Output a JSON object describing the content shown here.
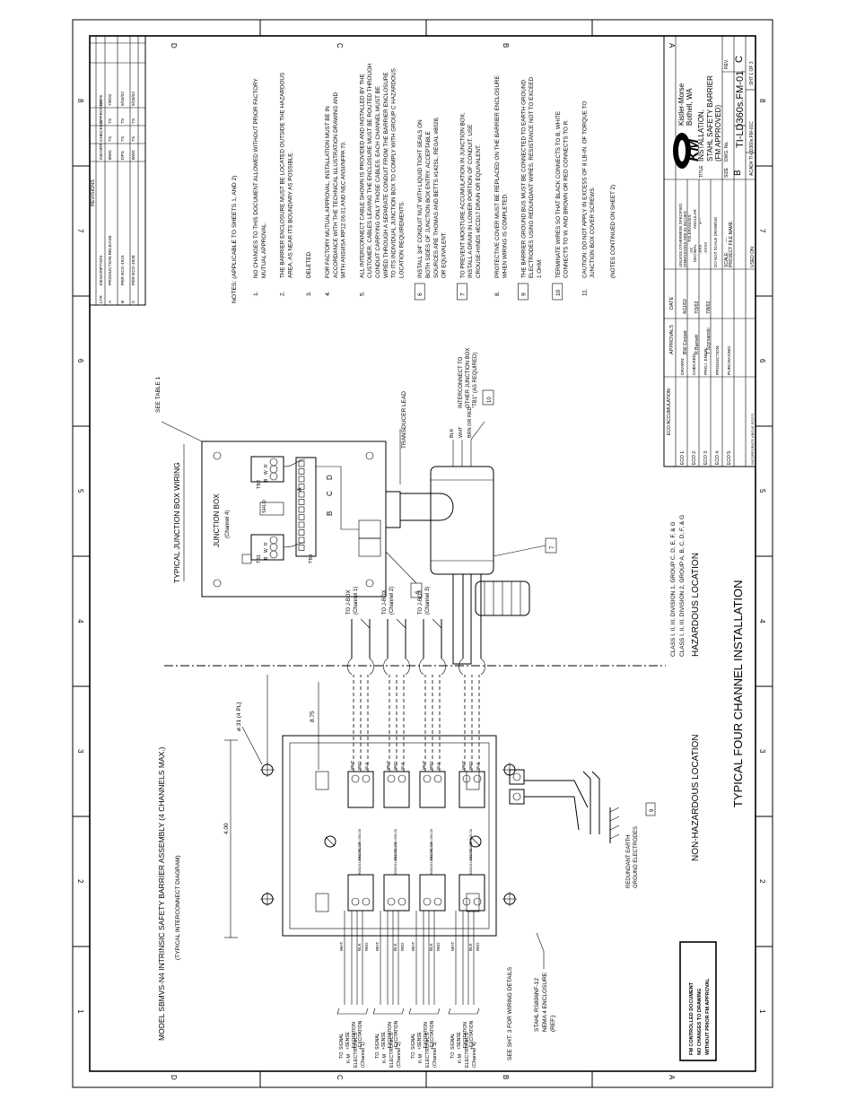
{
  "border": {
    "zones_top": [
      "D",
      "C",
      "B",
      "A"
    ],
    "zones_bottom": [
      "D",
      "C",
      "B",
      "A"
    ],
    "numbers_left": [
      "8",
      "7",
      "6",
      "5",
      "4",
      "3",
      "2",
      "1"
    ],
    "numbers_right": [
      "8",
      "7",
      "6",
      "5",
      "4",
      "3",
      "2",
      "1"
    ]
  },
  "revisions": {
    "title": "REVISIONS",
    "headers": [
      "LTR",
      "DESCRIPTION",
      "INCORP.",
      "CHECKED",
      "APPROVED",
      "DATE"
    ],
    "rows": [
      [
        "A",
        "PRODUCTION RELEASE",
        "BWC",
        "TS",
        "TS",
        "7/8/02"
      ],
      [
        "B",
        "PER ECO 4915",
        "DPS",
        "TS",
        "TS",
        "9/03/02"
      ],
      [
        "C",
        "PER ECO 4928",
        "BWC",
        "TS",
        "TS",
        "9/26/02"
      ]
    ]
  },
  "notes": {
    "header": "NOTES:  (APPLICABLE TO SHEETS 1, AND 2)",
    "items": [
      {
        "num": "1.",
        "lines": [
          "NO CHANGES TO THIS DOCUMENT ALLOWED WITHOUT PRIOR FACTORY",
          "MUTUAL APPROVAL."
        ]
      },
      {
        "num": "2.",
        "lines": [
          "THE BARRIER ENCLOSURE MUST BE LOCATED OUTSIDE THE HAZARDOUS",
          "AREA, AS NEAR ITS BOUNDARY AS POSSIBLE."
        ]
      },
      {
        "num": "3.",
        "lines": [
          "DELETED."
        ]
      },
      {
        "num": "4.",
        "lines": [
          "FOR FACTORY MUTUAL APPROVAL, INSTALLATION MUST BE IN",
          "ACCORDANCE WITH THE TECHNICAL ILLUSTRATION DRAWING AND",
          "WITH ANSI/ISA RP12.06.01 AND NEC ANSI/NFPA 70."
        ]
      },
      {
        "num": "5.",
        "lines": [
          "ALL INTERCONNECT CABLE SHOWN IS PROVIDED AND INSTALLED BY THE",
          "CUSTOMER. CABLES LEAVING THE ENCLOSURE MUST BE ROUTED THROUGH",
          "CONDUIT CARRYING ONLY THOSE CABLES. EACH CHANNEL MUST BE",
          "WIRED THROUGH A SEPARATE CONDUIT FROM THE BARRIER ENCLOSURE",
          "TO ITS INDIVIDUAL JUNCTION BOX TO COMPLY WITH GROUP C HAZARDOUS",
          "LOCATION REQUIREMENTS."
        ]
      },
      {
        "num": "6",
        "lines": [
          "INSTALL 3/4\" CONDUIT NUT WITH LIQUID TIGHT SEALS ON",
          "BOTH SIDES OF JUNCTION BOX ENTRY. ACCEPTABLE",
          "SOURCES ARE THOMAS AND BETTS #142SL, REGAL #8028,",
          "OR EQUIVALENT."
        ]
      },
      {
        "num": "7",
        "lines": [
          "TO PREVENT MOISTURE ACCUMULATION IN JUNCTION BOX,",
          "INSTALL A DRAIN IN LOWER PORTION OF CONDUIT. USE",
          "CROUSE-HINDS #ECD17 DRAIN OR EQUIVALENT."
        ]
      },
      {
        "num": "8.",
        "lines": [
          "PROTECTIVE COVER MUST BE REPLACED ON THE BARRIER ENCLOSURE",
          "WHEN WIRING IS COMPLETED."
        ]
      },
      {
        "num": "9",
        "lines": [
          "THE BARRIER GROUND BUS MUST BE CONNECTED TO EARTH GROUND",
          "ELECTRODES USING REDUNDANT WIRES.  RESISTANCE NOT TO EXCEED",
          "1 OHM."
        ]
      },
      {
        "num": "10",
        "lines": [
          "TERMINATE WIRES SO THAT BLACK CONNECTS TO B, WHITE",
          "CONNECTS TO W, AND BROWN OR RED CONNECTS TO R."
        ]
      },
      {
        "num": "11.",
        "lines": [
          "CAUTION:  DO NOT APPLY IN EXCESS OF 8 LB-IN. OF TORQUE TO",
          "JUNCTION BOX COVER SCREWS."
        ]
      }
    ],
    "footer": "(NOTES CONTINUED ON SHEET 2)"
  },
  "barrier": {
    "title": "MODEL SBMVS-N4 INTRINSIC SAFETY BARRIER ASSEMBLY (4 CHANNELS MAX.)",
    "subtitle": "(TYPICAL INTERCONNECT DIAGRAM)",
    "dim_width": "4.00",
    "dim_length": "8.75",
    "hole_label": "ø.31 (4 PL)",
    "part_a": "9002/11-199-030-00",
    "part_b": "9001/01-280-280-10",
    "wire_wht": "WHT",
    "wire_red": "RED",
    "wire_blk": "BLK",
    "enclosure_label": [
      "STAHL RS806NF-12",
      "NEMA 4 ENCLOSURE",
      "(REF.)"
    ],
    "see_sheet": "SEE SHT. 3 FOR WIRING DETAILS",
    "earth_label": [
      "REDUNDANT EARTH",
      "GROUND ELECTRODES"
    ],
    "earth_tag": "9",
    "signals": [
      "SIGNAL",
      "+SENSE",
      "-EXCITATION",
      "+EXCITATION"
    ],
    "channels": [
      {
        "to": "TO",
        "km": "K-M",
        "elec": "ELECTRONICS",
        "ch": "(Channel 1)",
        "jbox": "TO J-BOX",
        "jch": "(Channel 1)"
      },
      {
        "to": "TO",
        "km": "K-M",
        "elec": "ELECTRONICS",
        "ch": "(Channel 2)",
        "jbox": "TO J-BOX",
        "jch": "(Channel 2)"
      },
      {
        "to": "TO",
        "km": "K-M",
        "elec": "ELECTRONICS",
        "ch": "(Channel 3)",
        "jbox": "TO J-BOX",
        "jch": "(Channel 3)"
      },
      {
        "to": "TO",
        "km": "K-M",
        "elec": "ELECTRONICS",
        "ch": "(Channel 4)",
        "jbox": "",
        "jch": ""
      }
    ]
  },
  "junction": {
    "title": "TYPICAL JUNCTION BOX WIRING",
    "box_label": "JUNCTION BOX",
    "box_sub": "(Channel 4)",
    "see_table": "SEE TABLE 1",
    "transducer": "TRANSDUCER LEAD",
    "tb1": "TB1",
    "tb2": "TB2",
    "tb3": "TB3",
    "shld": "SHLD",
    "letters": [
      "A",
      "B",
      "C",
      "D"
    ],
    "wires": [
      "BLK",
      "WHT",
      "BRN OR RED"
    ],
    "interconnect": [
      "INTERCONNECT TO",
      "OTHER JUNCTION BOX",
      "\"TB1\" (AS REQUIRED)"
    ],
    "tag6": "6",
    "tag7": "7",
    "tag10": "10",
    "terminal_letters": [
      "B",
      "W",
      "R"
    ]
  },
  "locations": {
    "non_hazardous": "NON-HAZARDOUS LOCATION",
    "hazardous": "HAZARDOUS LOCATION",
    "class1": "CLASS I, II, III, DIVISION 1, GROUP C, D, E, F, & G",
    "class2": "CLASS I, II, III, DIVISION 2, GROUP A, B, C, D, F, & G"
  },
  "main_title": "TYPICAL FOUR CHANNEL INSTALLATION",
  "fm_stamp": [
    "FM CONTROLLED DOCUMENT",
    "NO CHANGES TO DRAWING",
    "WITHOUT PRIOR FM APPROVAL"
  ],
  "title_block": {
    "eco_header": "ECO ACCUMULATION:",
    "approvals_header": "APPROVALS",
    "date_header": "DATE",
    "eco_rows": [
      "ECO 1:",
      "ECO 2:",
      "ECO 3:",
      "ECO 4:",
      "ECO 5:"
    ],
    "incorporate": "INCORPORATE ABOVE ECO'S",
    "approvals": [
      {
        "role": "DRAWN:",
        "name": "BW Cooper",
        "date": "4/11/02"
      },
      {
        "role": "CHECKED:",
        "name": "R Barnett",
        "date": "7/3/02"
      },
      {
        "role": "PROJ. ENGR:",
        "name": "T Szymanski",
        "date": "7/8/02"
      },
      {
        "role": "PRODUCTION:",
        "name": "",
        "date": ""
      },
      {
        "role": "PURCHASING:",
        "name": "",
        "date": ""
      }
    ],
    "tolerances": [
      "UNLESS OTHERWISE SPECIFIED",
      "DIMENSIONS ARE IN INCHES",
      "TOLERANCES:"
    ],
    "decimal": "DECIMAL",
    "angular": "ANGULAR",
    "tol_xx": ".XX",
    "tol_xxx": ".XXX",
    "tol_xxxx": ".XXXX",
    "tol_angle": "±---",
    "no_scale": "DO NOT SCALE DRAWING",
    "scale_label": "SCALE:",
    "scale_value": "---",
    "project_file": "PROJECT FILE NAME:",
    "used_on": "USED ON:",
    "company": [
      "Kistler-Morse",
      "Bothell, WA"
    ],
    "logo_text": "KM",
    "title_label": "TITLE",
    "title_lines": [
      "INSTALLATION,",
      "STAHL SAFETY BARRIER",
      "(FM APPROVED)"
    ],
    "size_label": "SIZE",
    "size_value": "B",
    "dwg_label": "DWG. No.",
    "dwg_no": "TI-LD360s.FM-01",
    "rev_label": "REV.",
    "rev_value": "C",
    "acad": "ACAD# TI-LD360s.FM-01C",
    "sheet": "SHT 1 OF 3"
  }
}
